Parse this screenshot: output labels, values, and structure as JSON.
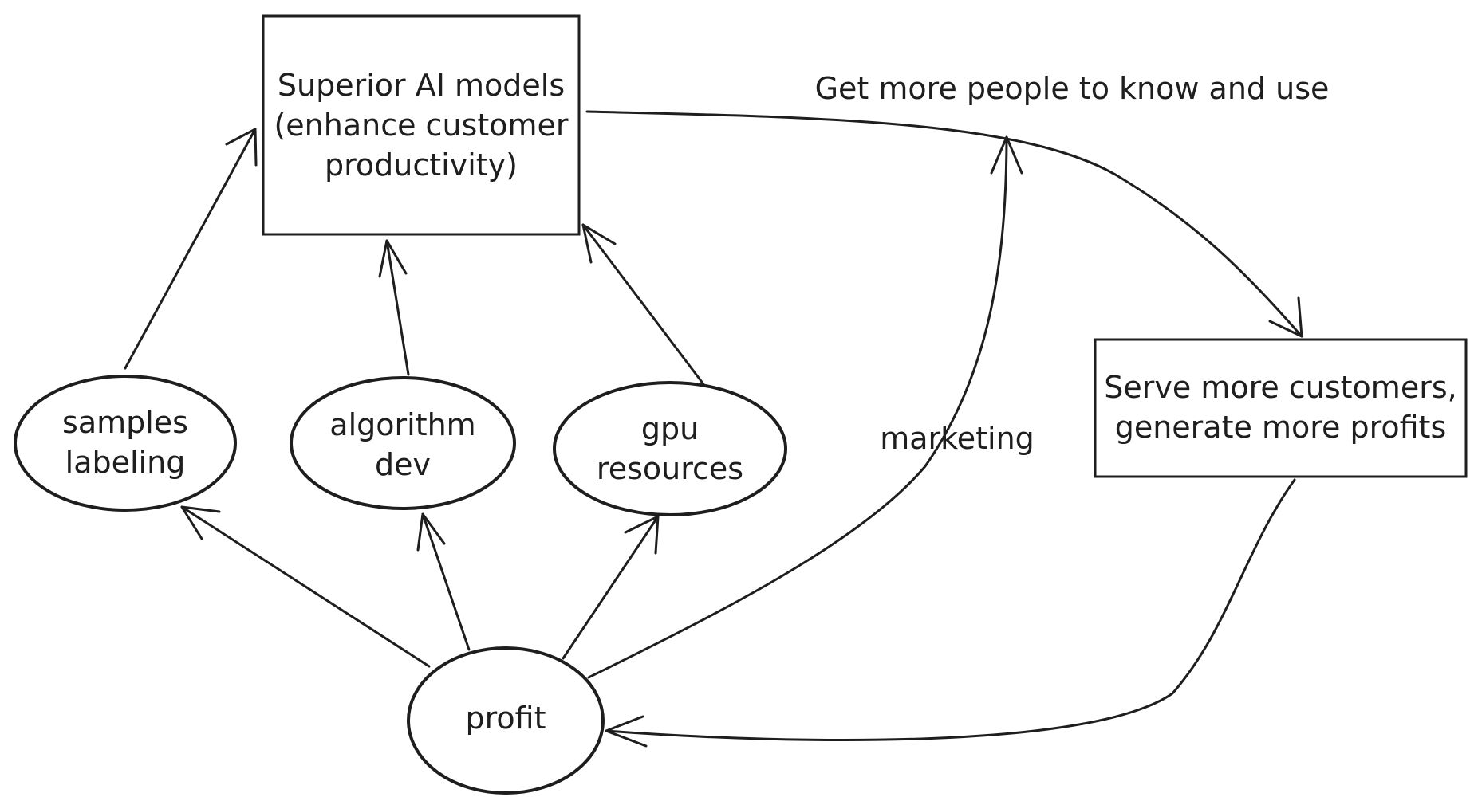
{
  "nodes": {
    "superior": {
      "text": "Superior AI models\n(enhance customer\nproductivity)"
    },
    "serve": {
      "text": "Serve more customers,\ngenerate more profits"
    },
    "samples": {
      "text": "samples\nlabeling"
    },
    "algorithm": {
      "text": "algorithm\ndev"
    },
    "gpu": {
      "text": "gpu\nresources"
    },
    "profit": {
      "text": "profit"
    }
  },
  "edges": {
    "get_more_people": {
      "label": "Get more people to know and use"
    },
    "marketing": {
      "label": "marketing"
    }
  },
  "style": {
    "stroke": "#1e1e1e",
    "background": "#ffffff"
  }
}
